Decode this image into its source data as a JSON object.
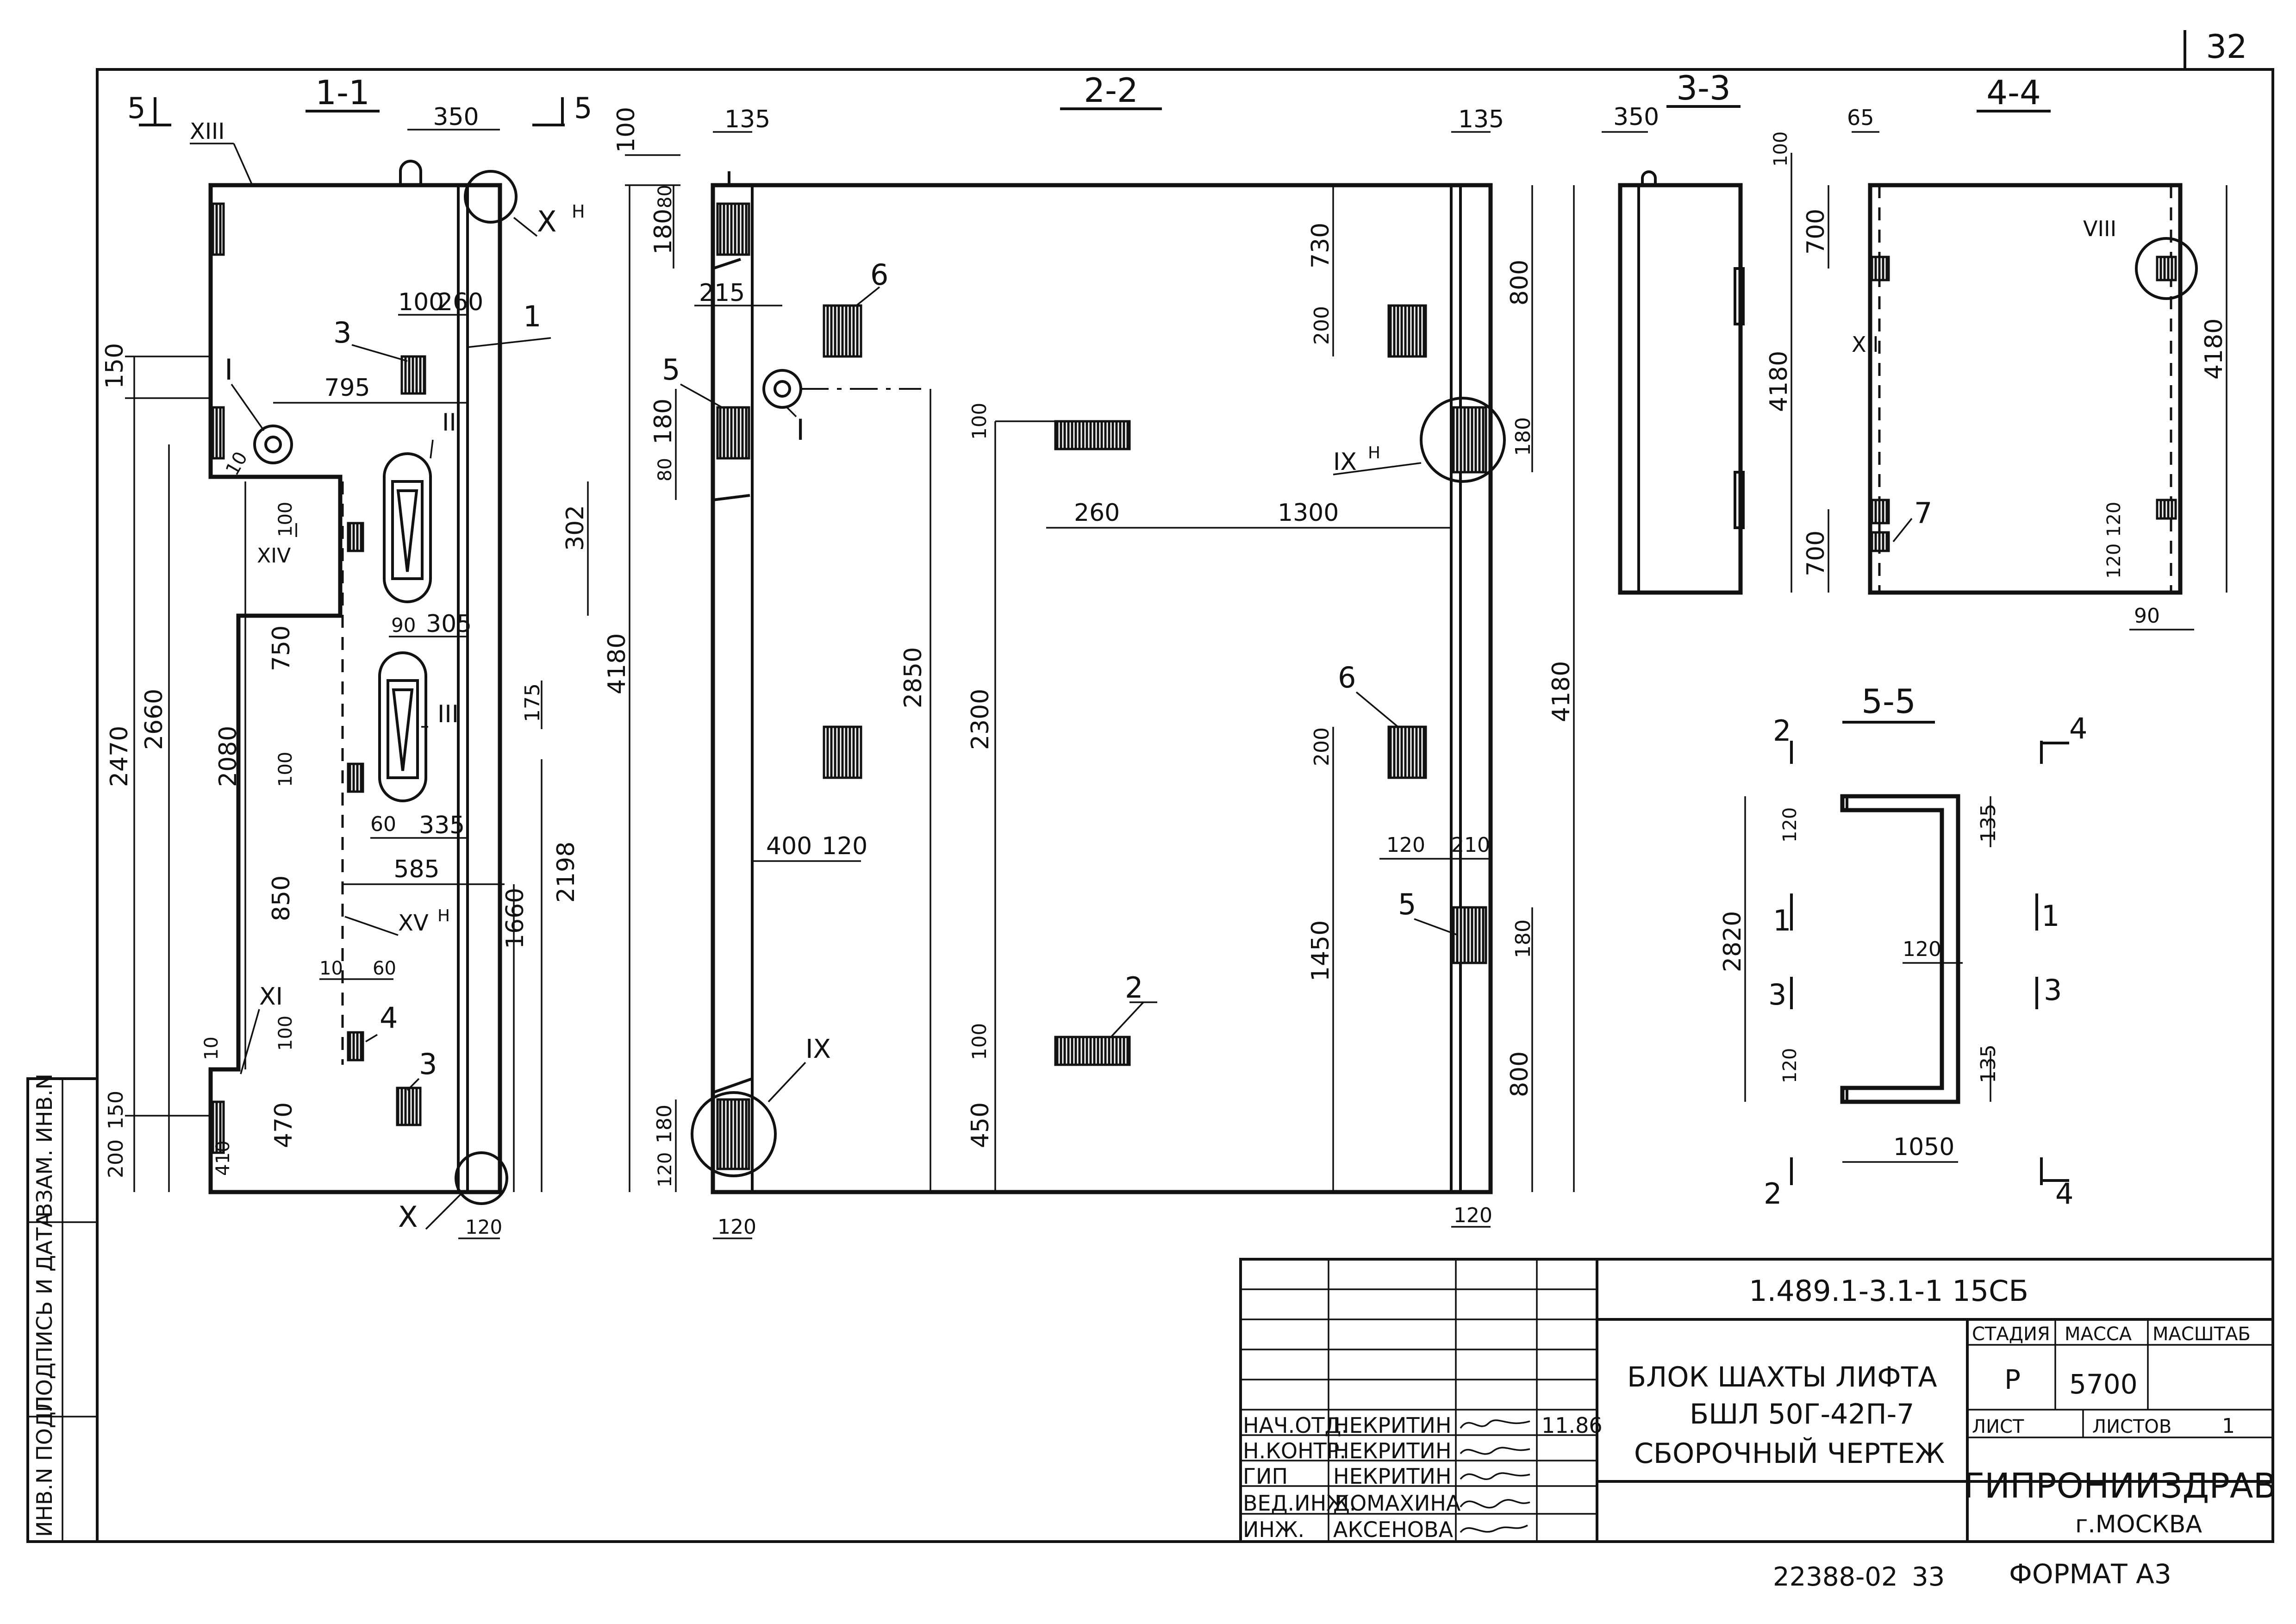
{
  "sheet": {
    "page_number": "32",
    "footer_code": "22388-02",
    "footer_page": "33",
    "format": "ФОРМАТ А3"
  },
  "side_stamp": [
    "ИНВ.N ПОДЛ",
    "ПОДПИСЬ И ДАТА",
    "ВЗАМ. ИНВ.N"
  ],
  "sections": {
    "s11": "1-1",
    "s22": "2-2",
    "s33": "3-3",
    "s44": "4-4",
    "s55": "5-5",
    "cut5": "5"
  },
  "nodes": {
    "I": "I",
    "II": "II",
    "III": "III",
    "VIII": "VIII",
    "IX": "IX",
    "IXH": "IX",
    "H": "Н",
    "X": "X",
    "XH": "X",
    "XI": "XI",
    "XII": "XII",
    "XIII": "XIII",
    "XIV": "XIV",
    "XVH": "XV"
  },
  "items": {
    "p1": "1",
    "p2": "2",
    "p3": "3",
    "p4": "4",
    "p5": "5",
    "p6": "6",
    "p7": "7"
  },
  "dims": {
    "d350": "350",
    "d100": "100",
    "d260": "260",
    "d795": "795",
    "d150": "150",
    "d10": "10",
    "d302": "302",
    "d305": "305",
    "d90": "90",
    "d750": "750",
    "d175": "175",
    "d4180": "4180",
    "d2470": "2470",
    "d2660": "2660",
    "d2080": "2080",
    "d60": "60",
    "d335": "335",
    "d585": "585",
    "d850": "850",
    "d2198": "2198",
    "d1660": "1660",
    "d470": "470",
    "d200": "200",
    "d410": "410",
    "d120": "120",
    "d135": "135",
    "d80": "80",
    "d180": "180",
    "d215": "215",
    "d2850": "2850",
    "d730": "730",
    "d800": "800",
    "d1300": "1300",
    "d2300": "2300",
    "d400": "400",
    "d1450": "1450",
    "d450": "450",
    "d210": "210",
    "d700": "700",
    "d65": "65",
    "d2820": "2820",
    "d1050": "1050"
  },
  "title_block": {
    "doc_code": "1.489.1-3.1-1 15СБ",
    "title_lines": [
      "БЛОК ШАХТЫ ЛИФТА",
      "БШЛ 50Г-42П-7",
      "СБОРОЧНЫЙ ЧЕРТЕЖ"
    ],
    "headers": {
      "stage": "СТАДИЯ",
      "mass": "МАССА",
      "scale": "МАСШТАБ",
      "sheet": "ЛИСТ",
      "sheets": "ЛИСТОВ"
    },
    "values": {
      "stage": "Р",
      "mass": "5700",
      "sheets": "1"
    },
    "org": "ГИПРОНИИЗДРАВ",
    "city": "г.МОСКВА",
    "date": "11.86",
    "people": [
      {
        "role": "НАЧ.ОТД.",
        "name": "НЕКРИТИН"
      },
      {
        "role": "Н.КОНТР.",
        "name": "НЕКРИТИН"
      },
      {
        "role": "ГИП",
        "name": "НЕКРИТИН"
      },
      {
        "role": "ВЕД.ИНЖ.",
        "name": "ДОМАХИНА"
      },
      {
        "role": "ИНЖ.",
        "name": "АКСЕНОВА"
      }
    ]
  }
}
